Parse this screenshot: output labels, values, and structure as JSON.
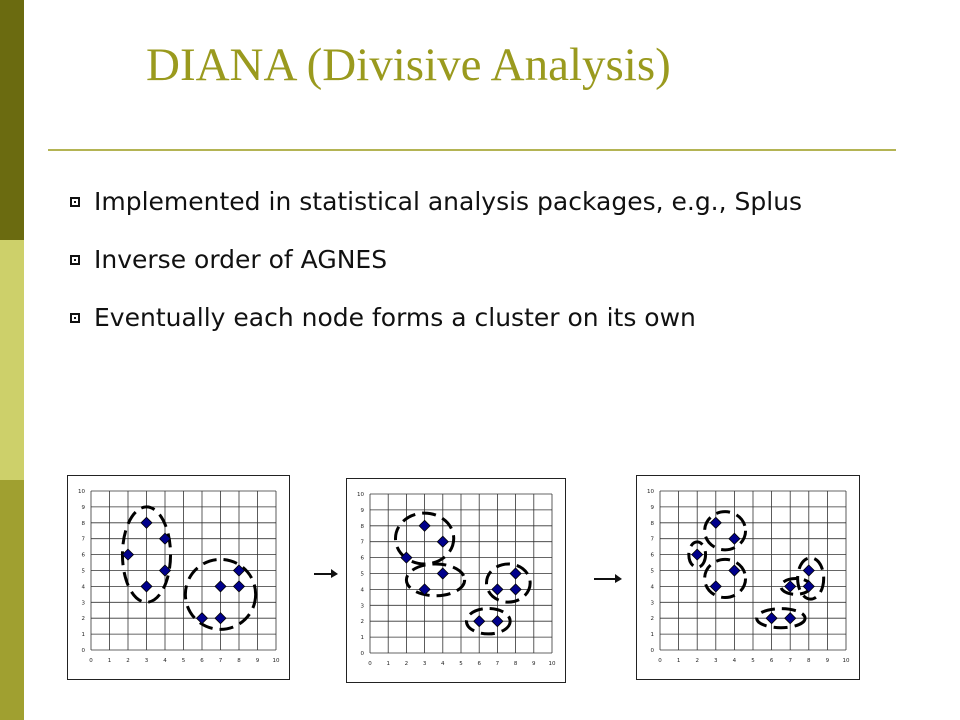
{
  "slide": {
    "title": "DIANA (Divisive Analysis)",
    "title_color": "#9a9a1e",
    "bullets": [
      "Implemented in statistical analysis packages, e.g., Splus",
      "Inverse order of AGNES",
      "Eventually each node forms a cluster on its own"
    ],
    "sidebar_colors": [
      "#6b6b10",
      "#cdd06a",
      "#a0a030"
    ]
  },
  "chart_data": [
    {
      "type": "scatter",
      "xlim": [
        0,
        10
      ],
      "ylim": [
        0,
        10
      ],
      "x_ticks": [
        "0",
        "1",
        "2",
        "3",
        "4",
        "5",
        "6",
        "7",
        "8",
        "9",
        "10"
      ],
      "y_ticks": [
        "0",
        "1",
        "2",
        "3",
        "4",
        "5",
        "6",
        "7",
        "8",
        "9",
        "10"
      ],
      "grid": true,
      "marker": "diamond",
      "marker_color": "#00008b",
      "points": [
        [
          2,
          6
        ],
        [
          3,
          8
        ],
        [
          3,
          4
        ],
        [
          4,
          7
        ],
        [
          4,
          5
        ],
        [
          6,
          2
        ],
        [
          7,
          2
        ],
        [
          7,
          4
        ],
        [
          8,
          5
        ],
        [
          8,
          4
        ]
      ],
      "clusters": [
        {
          "cx": 3,
          "cy": 6,
          "rx": 1.3,
          "ry": 3.0
        },
        {
          "cx": 7,
          "cy": 3.5,
          "rx": 1.9,
          "ry": 2.2
        }
      ]
    },
    {
      "type": "scatter",
      "xlim": [
        0,
        10
      ],
      "ylim": [
        0,
        10
      ],
      "x_ticks": [
        "0",
        "1",
        "2",
        "3",
        "4",
        "5",
        "6",
        "7",
        "8",
        "9",
        "10"
      ],
      "y_ticks": [
        "0",
        "1",
        "2",
        "3",
        "4",
        "5",
        "6",
        "7",
        "8",
        "9",
        "10"
      ],
      "grid": true,
      "marker": "diamond",
      "marker_color": "#00008b",
      "points": [
        [
          2,
          6
        ],
        [
          3,
          8
        ],
        [
          3,
          4
        ],
        [
          4,
          7
        ],
        [
          4,
          5
        ],
        [
          6,
          2
        ],
        [
          7,
          2
        ],
        [
          7,
          4
        ],
        [
          8,
          5
        ],
        [
          8,
          4
        ]
      ],
      "clusters": [
        {
          "cx": 3,
          "cy": 7.2,
          "rx": 1.6,
          "ry": 1.6
        },
        {
          "cx": 3.6,
          "cy": 4.6,
          "rx": 1.6,
          "ry": 1.0
        },
        {
          "cx": 7.6,
          "cy": 4.4,
          "rx": 1.2,
          "ry": 1.2
        },
        {
          "cx": 6.5,
          "cy": 2.0,
          "rx": 1.2,
          "ry": 0.8
        }
      ]
    },
    {
      "type": "scatter",
      "xlim": [
        0,
        10
      ],
      "ylim": [
        0,
        10
      ],
      "x_ticks": [
        "0",
        "1",
        "2",
        "3",
        "4",
        "5",
        "6",
        "7",
        "8",
        "9",
        "10"
      ],
      "y_ticks": [
        "0",
        "1",
        "2",
        "3",
        "4",
        "5",
        "6",
        "7",
        "8",
        "9",
        "10"
      ],
      "grid": true,
      "marker": "diamond",
      "marker_color": "#00008b",
      "points": [
        [
          2,
          6
        ],
        [
          3,
          8
        ],
        [
          3,
          4
        ],
        [
          4,
          7
        ],
        [
          4,
          5
        ],
        [
          6,
          2
        ],
        [
          7,
          2
        ],
        [
          7,
          4
        ],
        [
          8,
          5
        ],
        [
          8,
          4
        ]
      ],
      "clusters": [
        {
          "cx": 2.0,
          "cy": 6.0,
          "rx": 0.45,
          "ry": 0.8
        },
        {
          "cx": 3.5,
          "cy": 7.5,
          "rx": 1.1,
          "ry": 1.2
        },
        {
          "cx": 3.5,
          "cy": 4.5,
          "rx": 1.1,
          "ry": 1.2
        },
        {
          "cx": 6.5,
          "cy": 2.0,
          "rx": 1.3,
          "ry": 0.6
        },
        {
          "cx": 7.3,
          "cy": 4.0,
          "rx": 0.8,
          "ry": 0.5
        },
        {
          "cx": 8.1,
          "cy": 4.5,
          "rx": 0.7,
          "ry": 1.3
        }
      ]
    }
  ]
}
